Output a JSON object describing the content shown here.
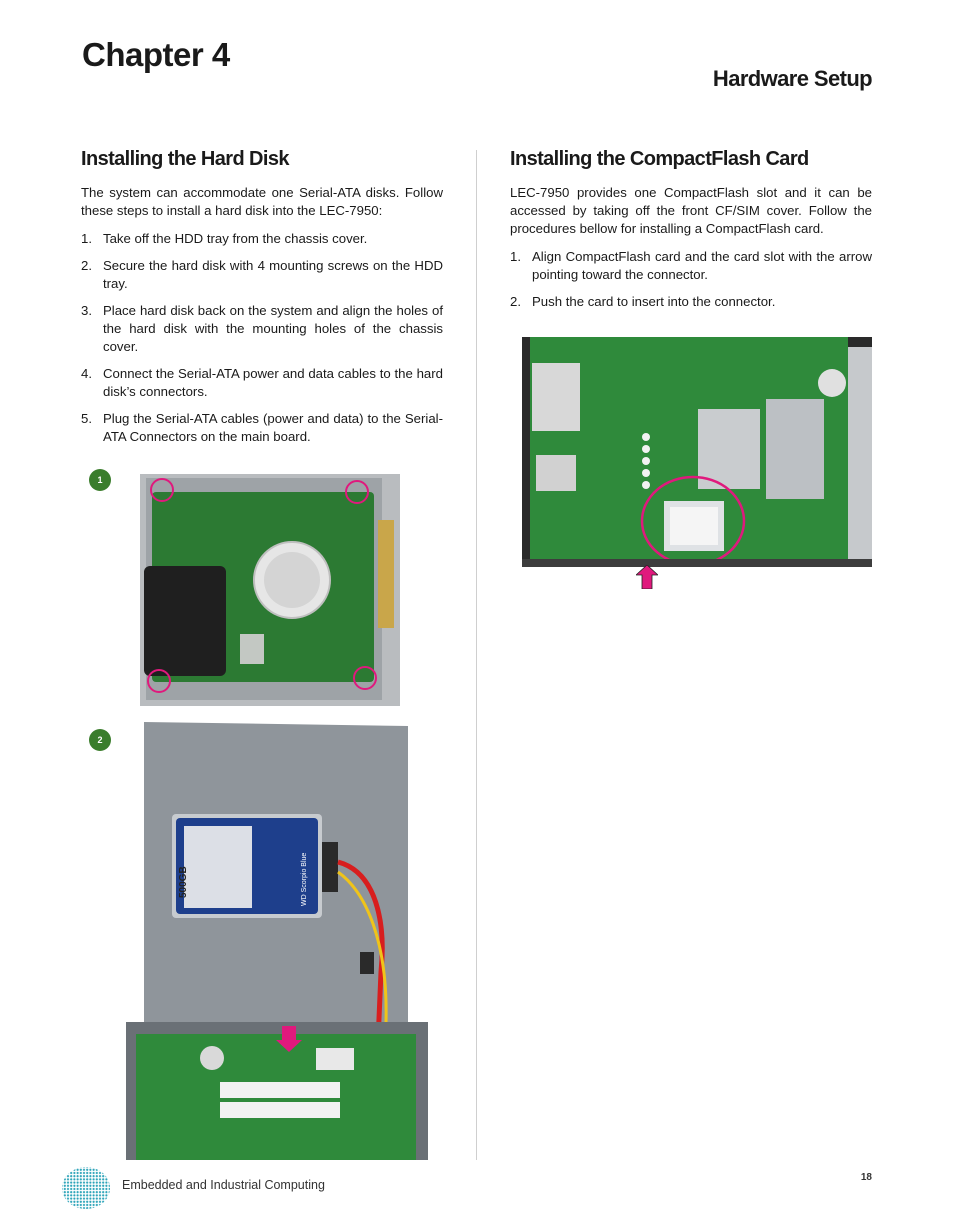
{
  "header": {
    "chapter": "Chapter 4",
    "section": "Hardware Setup"
  },
  "left": {
    "heading": "Installing the Hard Disk",
    "intro": "The system can accommodate one Serial-ATA disks. Follow these steps to install a hard disk into the LEC-7950:",
    "steps": [
      {
        "num": "1.",
        "text": "Take off the HDD tray from the chassis cover."
      },
      {
        "num": "2.",
        "text": "Secure the hard disk with 4 mounting screws on the HDD tray."
      },
      {
        "num": "3.",
        "text": "Place hard disk back on the system and align the holes of the hard disk with the mounting holes of the chassis cover."
      },
      {
        "num": "4.",
        "text": "Connect the Serial-ATA power and data cables to the hard disk’s connectors."
      },
      {
        "num": "5.",
        "text": "Plug the Serial-ATA cables (power and data) to the Serial-ATA Connectors on the main board."
      }
    ],
    "figure_badges": [
      "1",
      "2"
    ],
    "hdd_label": "500GB",
    "hdd_brand": "WD Scorpio Blue"
  },
  "right": {
    "heading": "Installing the CompactFlash Card",
    "intro": "LEC-7950 provides one CompactFlash slot and it can be accessed by taking off the  front  CF/SIM cover. Follow the procedures bellow for installing a CompactFlash card.",
    "steps": [
      {
        "num": "1.",
        "text": "Align CompactFlash card and the card slot with the arrow pointing toward the connector."
      },
      {
        "num": "2.",
        "text": "Push the card to insert into the connector."
      }
    ]
  },
  "footer": {
    "text": "Embedded and Industrial Computing",
    "page": "18"
  },
  "colors": {
    "highlight": "#e0197d",
    "badge": "#3a7d2c",
    "pcb": "#2f8a3b"
  }
}
